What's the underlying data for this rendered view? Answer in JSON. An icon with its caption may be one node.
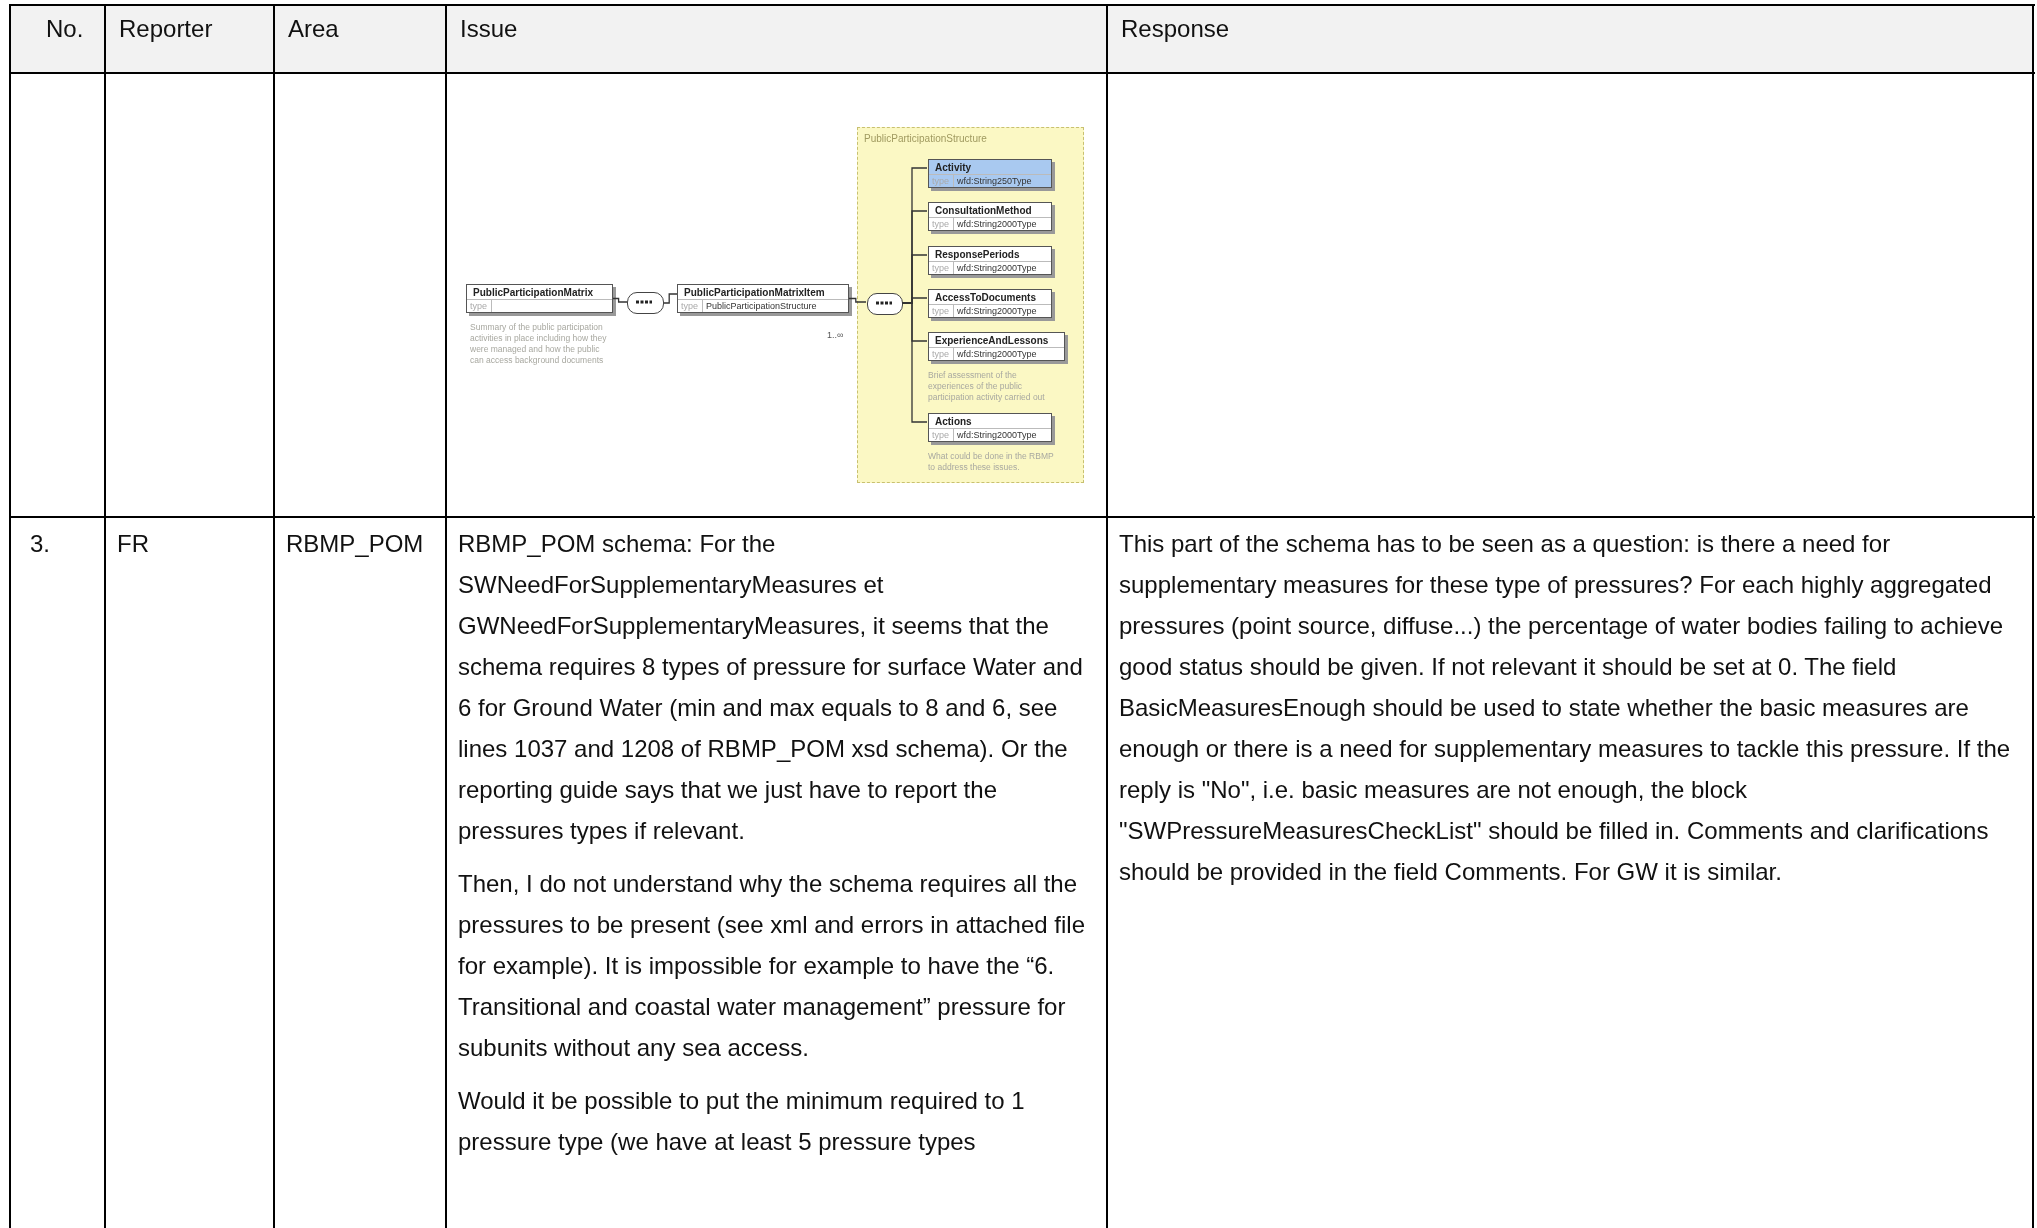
{
  "diagram": {
    "nodes": [
      {
        "text": [
          "PublicParticipationMatrix",
          "type"
        ],
        "beside": [
          "Summary of the public participation activities in place including how they were managed and how the public can access background documents"
        ]
      },
      {
        "text": [],
        "shape": "box"
      },
      {
        "text": [
          "PublicParticipationMatrixItem",
          "type",
          "PublicParticipationStructure"
        ],
        "beside": [
          "1..∞"
        ]
      },
      {
        "text": [
          "PublicParticipationStructure"
        ]
      },
      {
        "text": [],
        "shape": "box",
        "in": 3
      },
      {
        "text": [
          "Activity",
          "type",
          "wfd:String250Type"
        ],
        "in": 3
      },
      {
        "text": [
          "ConsultationMethod",
          "type",
          "wfd:String2000Type"
        ],
        "in": 3
      },
      {
        "text": [
          "ResponsePeriods",
          "type",
          "wfd:String2000Type"
        ],
        "in": 3
      },
      {
        "text": [
          "AccessToDocuments",
          "type",
          "wfd:String2000Type"
        ],
        "in": 3
      },
      {
        "text": [
          "ExperienceAndLessons",
          "type",
          "wfd:String2000Type"
        ],
        "in": 3,
        "beside": [
          "Brief assessment of the experiences of the public participation activity carried out"
        ]
      },
      {
        "text": [
          "Actions",
          "type",
          "wfd:String2000Type"
        ],
        "in": 3,
        "beside": [
          "What could be done in the RBMP to address these issues."
        ]
      }
    ],
    "edges": [
      {
        "from": 0,
        "to": 1,
        "arrow": "none"
      },
      {
        "from": 1,
        "to": 2,
        "arrow": "none"
      },
      {
        "from": 2,
        "to": 4,
        "arrow": "none"
      },
      {
        "from": 4,
        "to": 5,
        "arrow": "none"
      },
      {
        "from": 4,
        "to": 6,
        "arrow": "none"
      },
      {
        "from": 4,
        "to": 7,
        "arrow": "none"
      },
      {
        "from": 4,
        "to": 8,
        "arrow": "none"
      },
      {
        "from": 4,
        "to": 9,
        "arrow": "none"
      },
      {
        "from": 4,
        "to": 10,
        "arrow": "none"
      }
    ],
    "labels": [
      "No.",
      "Reporter",
      "Area",
      "Issue",
      "Response",
      "3.",
      "FR",
      "RBMP_POM",
      "RBMP_POM schema: For the SWNeedForSupplementaryMeasures et GWNeedForSupplementaryMeasures, it seems that the schema requires 8 types of pressure for surface Water and 6 for Ground Water (min and max equals to 8 and 6, see lines 1037 and 1208 of RBMP_POM xsd schema). Or the reporting guide says that we just have to report the pressures types if relevant.",
      "Then, I do not understand why the schema requires all the pressures to be present (see xml and errors in attached file for example). It is impossible for example to have the “6. Transitional and coastal water management” pressure for subunits without any sea access.",
      "Would it be possible to put the minimum required to 1 pressure type (we have at least 5 pressure types",
      "This part of the schema has to be seen as a question: is there a need for supplementary measures for these type of pressures? For each highly aggregated pressures (point source, diffuse...) the percentage of water bodies failing to achieve good status should be given. If not relevant it should be set at 0. The field BasicMeasuresEnough should be used to state whether the basic measures are enough or there is a need for supplementary measures to tackle this pressure. If the reply is \"No\", i.e. basic measures are not enough, the block \"SWPressureMeasuresCheckList\" should be filled in. Comments and clarifications should be provided in the field Comments. For GW it is similar."
    ]
  }
}
